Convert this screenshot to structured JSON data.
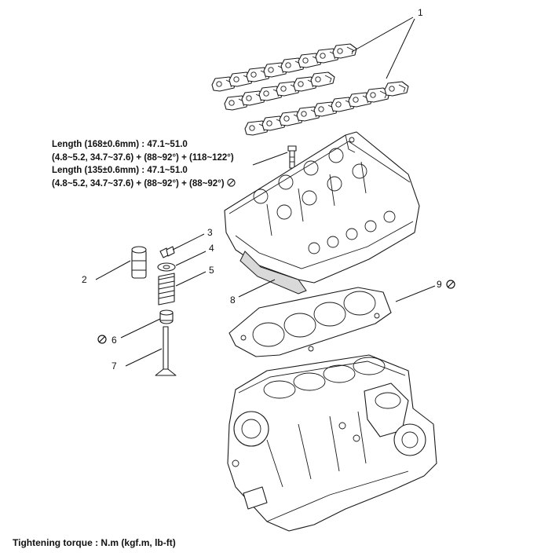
{
  "callouts": {
    "c1": "1",
    "c2": "2",
    "c3": "3",
    "c4": "4",
    "c5": "5",
    "c6": "6",
    "c7": "7",
    "c8": "8",
    "c9": "9"
  },
  "bolt_spec": {
    "line1": "Length (168±0.6mm) : 47.1~51.0",
    "line2": "(4.8~5.2, 34.7~37.6) + (88~92°) + (118~122°)",
    "line3": "Length (135±0.6mm) : 47.1~51.0",
    "line4": "(4.8~5.2, 34.7~37.6) + (88~92°) + (88~92°)"
  },
  "footer": "Tightening torque : N.m (kgf.m, lb-ft)",
  "icons": {
    "reuse_symbol": "do-not-reuse-icon"
  }
}
